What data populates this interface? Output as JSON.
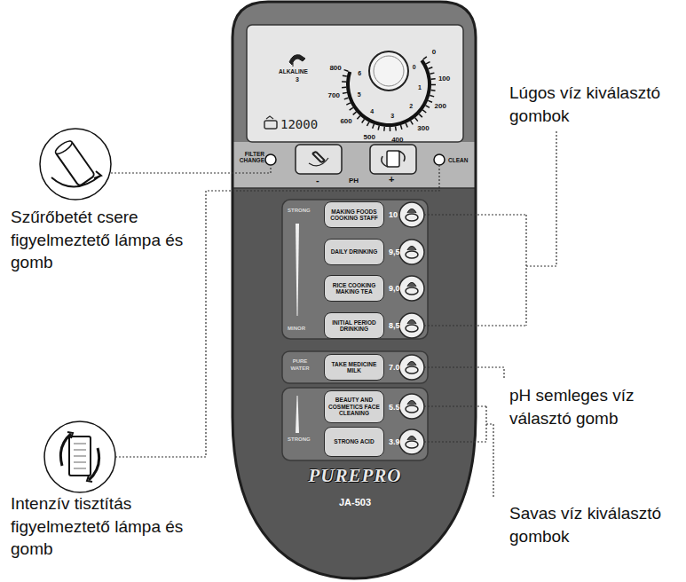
{
  "diagram": {
    "nodes": [
      {
        "text": [
          "PUREPRO",
          "JA-503"
        ]
      },
      {
        "text": [
          "ALKALINE",
          "3",
          "12000"
        ],
        "in": 0
      },
      {
        "text": [
          "STRONG",
          "MINOR"
        ],
        "in": 0
      },
      {
        "text": [
          "MAKING FOODS COOKING STAFF",
          "10"
        ],
        "in": 2
      },
      {
        "text": [
          "DAILY DRINKING",
          "9,5"
        ],
        "in": 2
      },
      {
        "text": [
          "RICE COOKING MAKING TEA",
          "9,0"
        ],
        "in": 2
      },
      {
        "text": [
          "INITIAL PERIOD DRINKING",
          "8,5"
        ],
        "in": 2
      },
      {
        "text": [
          "PURE WATER"
        ],
        "in": 0
      },
      {
        "text": [
          "TAKE MEDICINE MILK",
          "7.0"
        ],
        "in": 7
      },
      {
        "text": [
          "STRONG"
        ],
        "in": 0
      },
      {
        "text": [
          "BEAUTY AND COSMETICS FACE CLEANING",
          "5.5"
        ],
        "in": 9
      },
      {
        "text": [
          "STRONG ACID",
          "3.9"
        ],
        "in": 9
      }
    ],
    "labels": [
      "FILTER CHANGE",
      "CLEAN",
      "-",
      "PH",
      "+",
      "800",
      "700",
      "600",
      "500",
      "400",
      "300",
      "200",
      "100",
      "0",
      "6",
      "5",
      "4",
      "3",
      "2",
      "1",
      "0",
      "Lúgos víz kiválasztó gombok",
      "pH semleges víz választó gomb",
      "Savas víz kiválasztó gombok",
      "Szűrőbetét csere figyelmeztető lámpa és gomb",
      "Intenzív tisztítás figyelmeztető lámpa és gomb"
    ]
  }
}
